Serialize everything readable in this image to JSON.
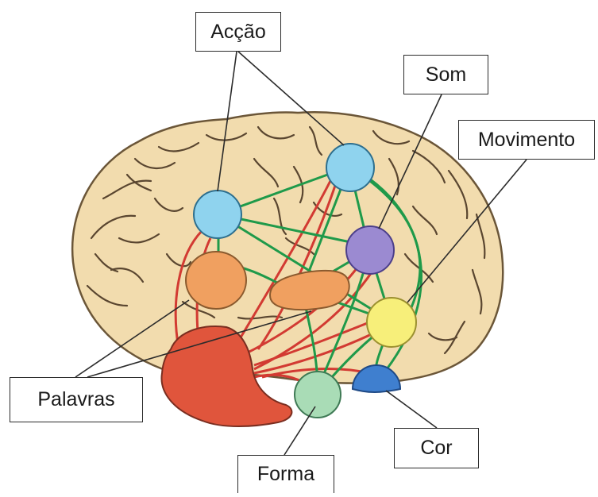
{
  "labels": {
    "accao": "Acção",
    "som": "Som",
    "movimento": "Movimento",
    "palavras": "Palavras",
    "cor": "Cor",
    "forma": "Forma"
  },
  "colors": {
    "brain_fill": "#f2dcae",
    "brain_outline": "#6b5638",
    "sulci": "#5a4630",
    "red_link": "#d23a32",
    "green_link": "#1f9a4a",
    "accao_node": "#8fd3ee",
    "som_node": "#9b8ad1",
    "movimento_node": "#f7ef7a",
    "cor_node": "#3f7fcf",
    "forma_node": "#a9dcb6",
    "palavras_nodes": "#f0a060",
    "palavras_region": "#e0553c"
  }
}
